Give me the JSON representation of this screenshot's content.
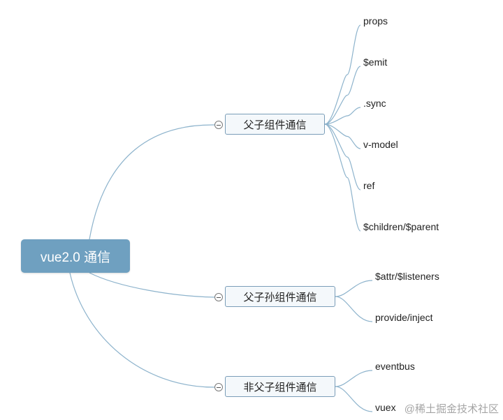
{
  "root": {
    "label": "vue2.0 通信"
  },
  "branches": [
    {
      "label": "父子组件通信",
      "leaves": [
        "props",
        "$emit",
        ".sync",
        "v-model",
        "ref",
        "$children/$parent"
      ]
    },
    {
      "label": "父子孙组件通信",
      "leaves": [
        "$attr/$listeners",
        "provide/inject"
      ]
    },
    {
      "label": "非父子组件通信",
      "leaves": [
        "eventbus",
        "vuex"
      ]
    }
  ],
  "watermark": "@稀土掘金技术社区",
  "colors": {
    "root_fill": "#6fa0c0",
    "branch_border": "#7a9db8",
    "connector": "#8db3cc"
  }
}
